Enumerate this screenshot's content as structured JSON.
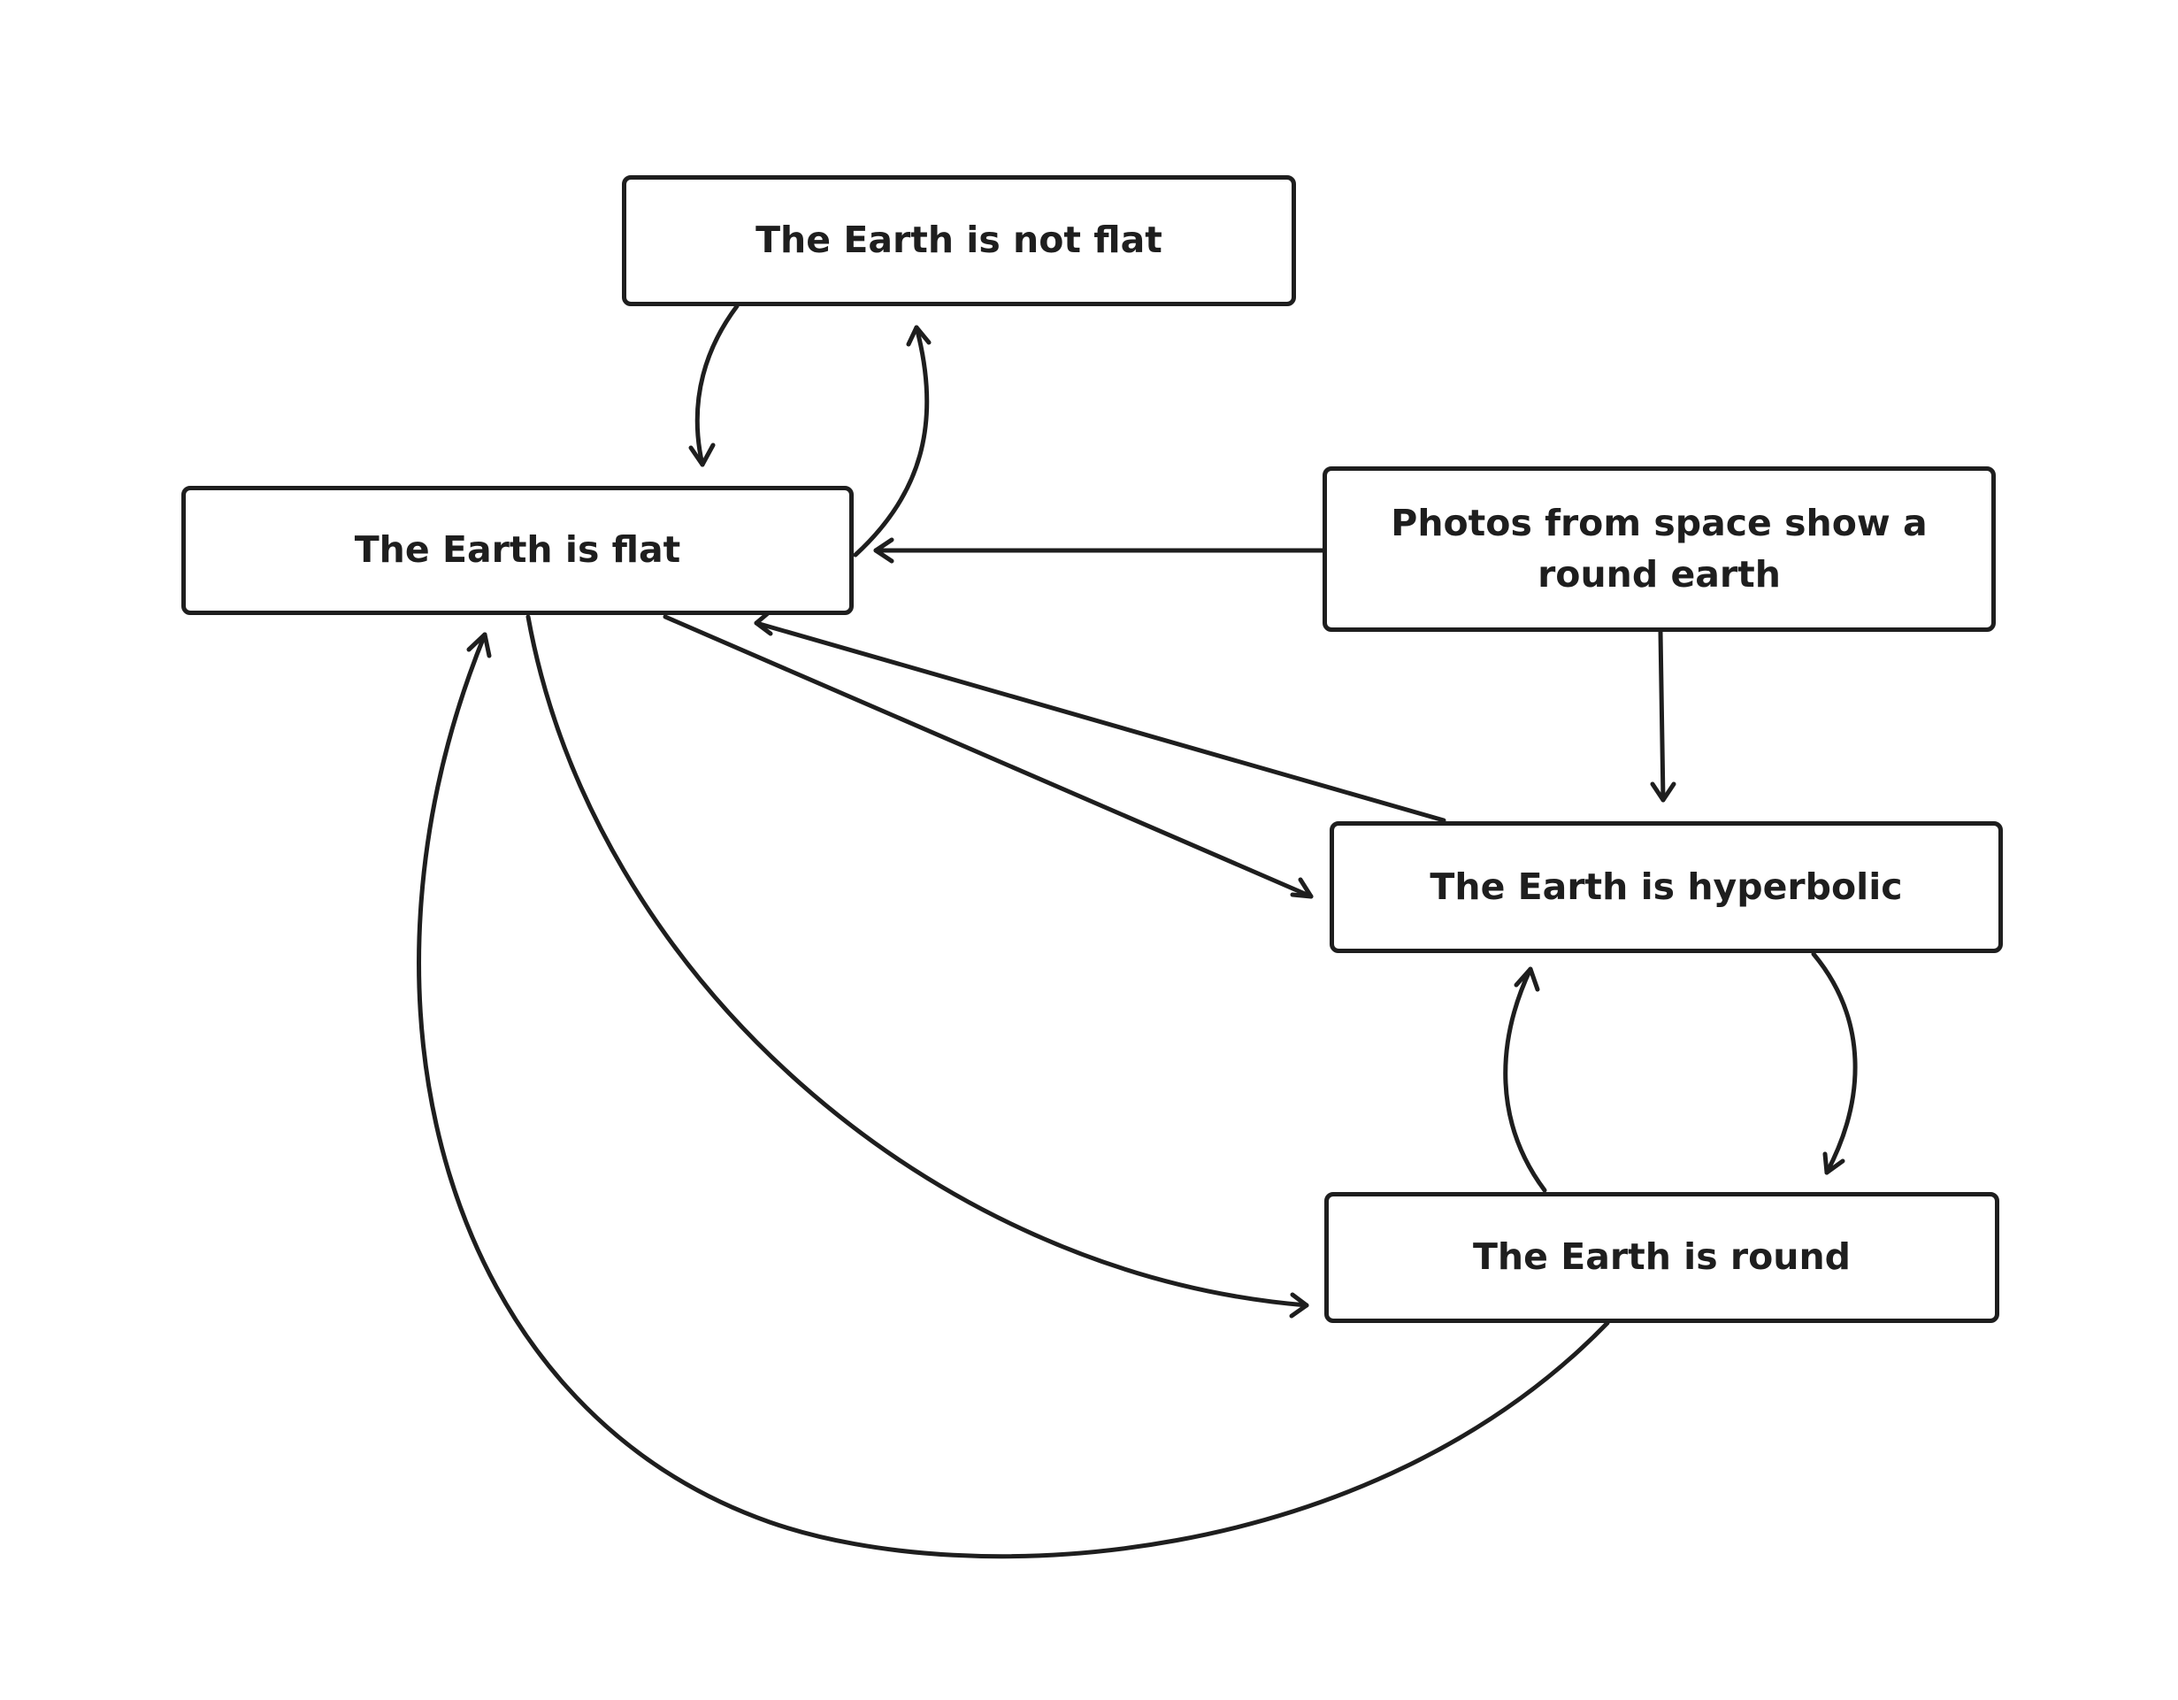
{
  "nodes": {
    "not_flat": "The Earth is not flat",
    "flat": "The Earth is flat",
    "photos": "Photos from space show a round earth",
    "hyperbolic": "The Earth is hyperbolic",
    "round": "The Earth is round"
  },
  "edges": [
    {
      "from": "not_flat",
      "to": "flat"
    },
    {
      "from": "flat",
      "to": "not_flat"
    },
    {
      "from": "photos",
      "to": "flat"
    },
    {
      "from": "photos",
      "to": "hyperbolic"
    },
    {
      "from": "flat",
      "to": "hyperbolic"
    },
    {
      "from": "hyperbolic",
      "to": "flat"
    },
    {
      "from": "flat",
      "to": "round"
    },
    {
      "from": "round",
      "to": "flat"
    },
    {
      "from": "hyperbolic",
      "to": "round"
    },
    {
      "from": "round",
      "to": "hyperbolic"
    }
  ],
  "colors": {
    "stroke": "#1e1e1e",
    "background": "#ffffff"
  }
}
